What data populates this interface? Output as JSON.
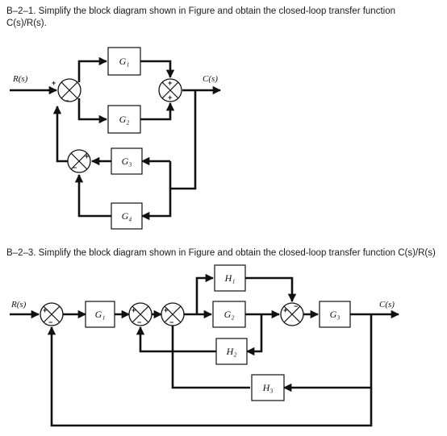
{
  "problems": [
    {
      "text": "B–2–1. Simplify the block diagram shown in Figure and obtain the closed-loop transfer function C(s)/R(s)."
    },
    {
      "text": "B–2–3. Simplify the block diagram shown in Figure and obtain the closed-loop transfer function C(s)/R(s)"
    }
  ],
  "diagram1": {
    "input": "R(s)",
    "output": "C(s)",
    "blocks": {
      "g1": "G₁",
      "g2": "G₂",
      "g3": "G₃",
      "g4": "G₄"
    },
    "signs": {
      "sj1_plus": "+",
      "sj1_minus": "−",
      "sj2_top": "+",
      "sj2_bottom": "+",
      "sj3_plus": "+",
      "sj3_minus": "−"
    }
  },
  "diagram2": {
    "input": "R(s)",
    "output": "C(s)",
    "blocks": {
      "g1": "G₁",
      "g2": "G₂",
      "g3": "G₃",
      "h1": "H₁",
      "h2": "H₂",
      "h3": "H₃"
    },
    "signs": {
      "s1_plus": "+",
      "s1_minus": "−",
      "s2_plus": "+",
      "s2_minus": "−",
      "s3_plus": "+",
      "s3_minus": "−",
      "s4_plus": "+",
      "s4_minus": "−"
    }
  }
}
